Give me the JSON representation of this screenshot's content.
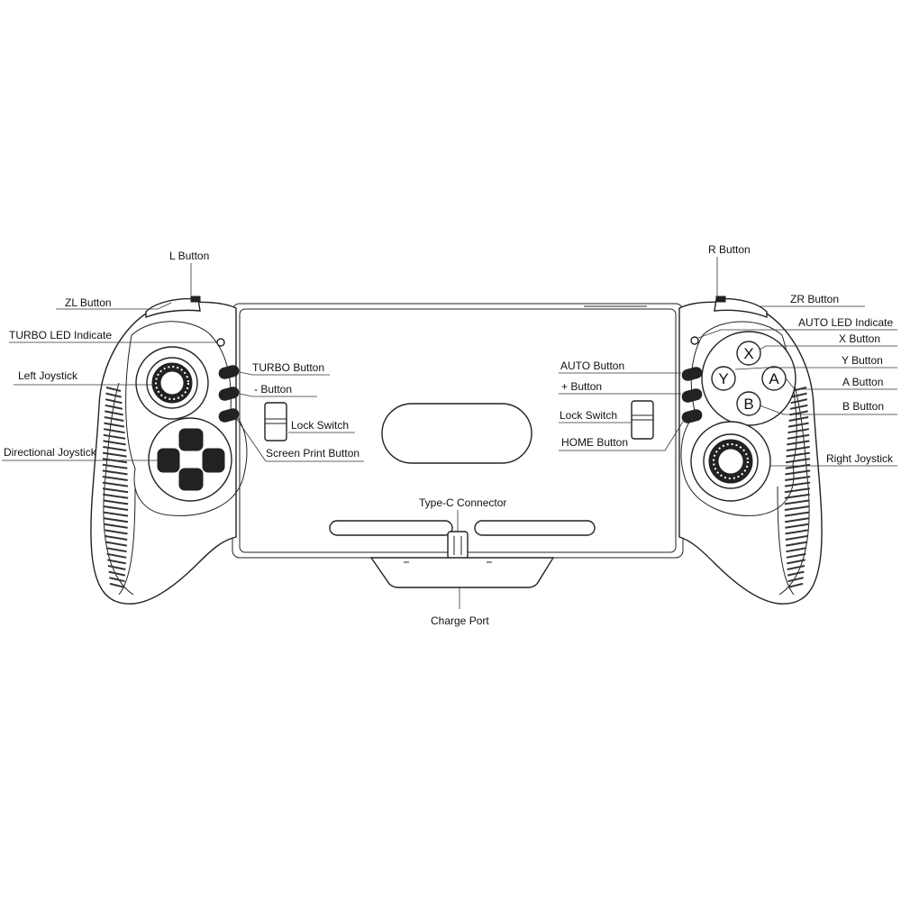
{
  "labels": {
    "l_button": "L Button",
    "zl_button": "ZL Button",
    "turbo_led": "TURBO LED Indicate",
    "left_joystick": "Left Joystick",
    "directional_joystick": "Directional Joystick",
    "turbo_button": "TURBO Button",
    "minus_button": "- Button",
    "lock_switch_left": "Lock Switch",
    "screen_print_button": "Screen Print Button",
    "r_button": "R Button",
    "zr_button": "ZR Button",
    "auto_led": "AUTO LED Indicate",
    "x_button": "X Button",
    "y_button": "Y Button",
    "a_button": "A Button",
    "b_button": "B Button",
    "auto_button": "AUTO Button",
    "plus_button": "+ Button",
    "lock_switch_right": "Lock Switch",
    "home_button": "HOME Button",
    "right_joystick": "Right Joystick",
    "type_c": "Type-C Connector",
    "charge_port": "Charge Port"
  },
  "face_buttons": {
    "x": "X",
    "y": "Y",
    "a": "A",
    "b": "B"
  }
}
